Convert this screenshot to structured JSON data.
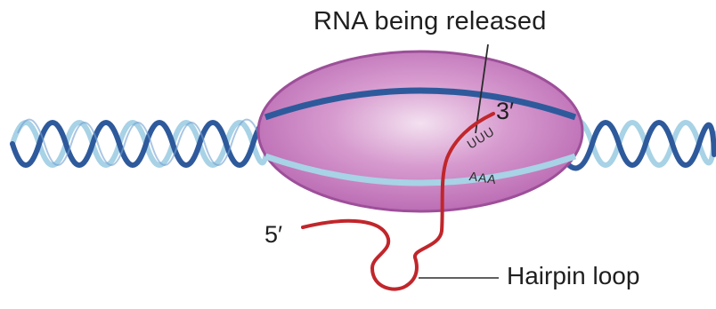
{
  "labels": {
    "rna_released": "RNA being released",
    "hairpin_loop": "Hairpin loop",
    "five_prime": "5′",
    "three_prime": "3′",
    "uuu": "UUU",
    "aaa": "AAA"
  },
  "colors": {
    "polymerase_body": "#c77dc0",
    "polymerase_rim": "#9d4f99",
    "dna_dark_strand": "#2e5a9c",
    "dna_light_strand": "#a8d2e6",
    "rna_strand": "#c0262b",
    "text": "#1f1f1f"
  }
}
